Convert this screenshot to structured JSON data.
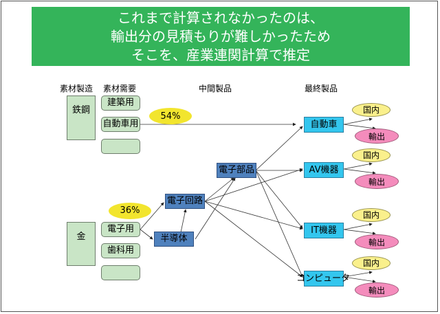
{
  "title": {
    "lines": [
      "これまで計算されなかったのは、",
      "輸出分の見積もりが難しかったため",
      "そこを、産業連関計算で推定"
    ],
    "background": "#34b45a"
  },
  "headers": {
    "material_production": "素材製造",
    "material_demand": "素材需要",
    "intermediate": "中間製品",
    "final": "最終製品"
  },
  "materials": [
    {
      "label": "鉄鋼",
      "demand": [
        "建築用",
        "自動車用",
        ""
      ]
    },
    {
      "label": "金",
      "demand": [
        "電子用",
        "歯科用",
        ""
      ]
    }
  ],
  "percentages": {
    "steel_auto": "54%",
    "gold_electronics": "36%"
  },
  "intermediate": {
    "electronic_parts": "電子部品",
    "electronic_circuit": "電子回路",
    "semiconductor": "半導体"
  },
  "final_products": [
    {
      "label": "自動車",
      "domestic": "国内",
      "export": "輸出"
    },
    {
      "label": "AV機器",
      "domestic": "国内",
      "export": "輸出"
    },
    {
      "label": "IT機器",
      "domestic": "国内",
      "export": "輸出"
    },
    {
      "label": "コンピュータ",
      "domestic": "国内",
      "export": "輸出"
    }
  ],
  "colors": {
    "material": "#c9e5c6",
    "intermediate": "#4f81bd",
    "final": "#33c6ee",
    "domestic": "#faf08c",
    "export": "#f48cbc",
    "percentage": "#f2e52e"
  }
}
